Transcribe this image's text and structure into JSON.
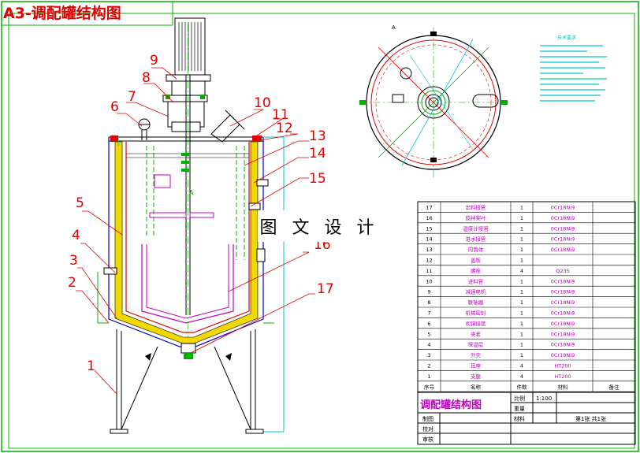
{
  "drawing": {
    "banner": "A3-调配罐结构图",
    "watermark": "图 文 设 计",
    "top_view_label": "A",
    "notes_title": "技术要求",
    "part_numbers": [
      "1",
      "2",
      "3",
      "4",
      "5",
      "6",
      "7",
      "8",
      "9",
      "10",
      "11",
      "12",
      "13",
      "14",
      "15",
      "16",
      "17"
    ]
  },
  "bom": {
    "rows": [
      {
        "no": "17",
        "name": "出料接管",
        "qty": "1",
        "material": "0Cr18Ni9"
      },
      {
        "no": "16",
        "name": "搅拌桨叶",
        "qty": "1",
        "material": "0Cr18Ni9"
      },
      {
        "no": "15",
        "name": "温度计接管",
        "qty": "1",
        "material": "0Cr18Ni9"
      },
      {
        "no": "14",
        "name": "进水接管",
        "qty": "1",
        "material": "0Cr18Ni9"
      },
      {
        "no": "13",
        "name": "内筒体",
        "qty": "1",
        "material": "0Cr18Ni9"
      },
      {
        "no": "12",
        "name": "盖板",
        "qty": "1",
        "material": ""
      },
      {
        "no": "11",
        "name": "螺栓",
        "qty": "4",
        "material": "Q235"
      },
      {
        "no": "10",
        "name": "进料管",
        "qty": "1",
        "material": "0Cr18Ni9"
      },
      {
        "no": "9",
        "name": "减速电机",
        "qty": "1",
        "material": "0Cr18Ni9"
      },
      {
        "no": "8",
        "name": "联轴器",
        "qty": "1",
        "material": "0Cr18Ni9"
      },
      {
        "no": "7",
        "name": "机械密封",
        "qty": "1",
        "material": "0Cr18Ni9"
      },
      {
        "no": "6",
        "name": "视镜接管",
        "qty": "1",
        "material": "0Cr18Ni9"
      },
      {
        "no": "5",
        "name": "夹套",
        "qty": "1",
        "material": "0Cr18Ni9"
      },
      {
        "no": "4",
        "name": "保温层",
        "qty": "1",
        "material": "0Cr18Ni9"
      },
      {
        "no": "3",
        "name": "外壳",
        "qty": "1",
        "material": "0Cr18Ni9"
      },
      {
        "no": "2",
        "name": "耳座",
        "qty": "4",
        "material": "HT200"
      },
      {
        "no": "1",
        "name": "支腿",
        "qty": "4",
        "material": "HT200"
      }
    ],
    "header": {
      "no": "序号",
      "name": "名称",
      "qty": "件数",
      "material": "材料",
      "note": "备注"
    }
  },
  "title_block": {
    "drawing_name": "调配罐结构图",
    "scale_label": "比例",
    "scale_value": "1:100",
    "weight_label": "重量",
    "material_label": "材料",
    "sheet": "第1张 共1张",
    "designed": "制图",
    "checked": "校对",
    "approved": "审核"
  },
  "colors": {
    "frame": "#00b000",
    "outline": "#0000c8",
    "red": "#e00000",
    "yellow": "#e8d000",
    "cyan": "#00c8c8",
    "magenta": "#c000c0",
    "green": "#00b000",
    "black": "#000000"
  }
}
